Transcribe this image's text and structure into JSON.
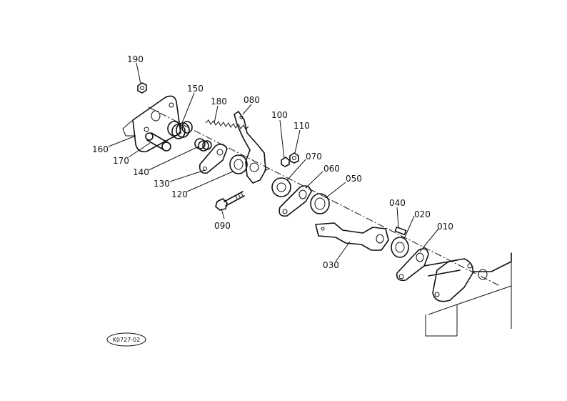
{
  "diagram": {
    "part_labels": {
      "p190": "190",
      "p150": "150",
      "p180": "180",
      "p080": "080",
      "p100": "100",
      "p110": "110",
      "p160": "160",
      "p170": "170",
      "p070": "070",
      "p060": "060",
      "p050": "050",
      "p140": "140",
      "p130": "130",
      "p120": "120",
      "p090": "090",
      "p040": "040",
      "p020": "020",
      "p010": "010",
      "p030": "030"
    },
    "drawing_code": "K0727-02"
  }
}
